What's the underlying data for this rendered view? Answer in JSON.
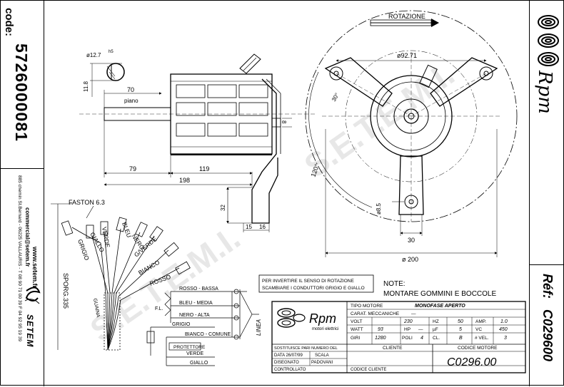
{
  "sheet": {
    "code_label": "code:",
    "code_value": "5726000081",
    "contact_web": "www.setem.fr",
    "contact_email": "commercial@setem.fr",
    "contact_address": "885 chemin St.Bernard - 06225 VALLAURIS - T 08 90 71 00 39  F 04 92 95 19 39",
    "setem_logo_text": "SETEM",
    "brand": "Rpm",
    "ref_label": "Réf:",
    "ref_value": "C029600"
  },
  "drawing": {
    "rotation_label": "ROTAZIONE",
    "dims": {
      "shaft_dia": "ø12.7",
      "tol": "h5",
      "flat": "11.8",
      "length_70": "70",
      "piano": "piano",
      "d79": "79",
      "d119": "119",
      "d198": "198",
      "d8": "8",
      "d32": "32",
      "d15": "15",
      "d16": "16",
      "pcd": "ø92.71",
      "angle30": "30°",
      "angle120": "120°",
      "hole": "ø8.5",
      "d30": "30",
      "d200": "ø 200"
    },
    "wires_title": "FASTON 6.3",
    "wires": [
      "GIALLO",
      "GRIGIO",
      "VERDE",
      "BLEU",
      "NERO",
      "G/VERDE",
      "BIANCO",
      "ROSSO"
    ],
    "sporg": "SPORG.335",
    "guaina": "GUAINA",
    "watermark": "S.E.T.E.M.I.",
    "note_title": "NOTE:",
    "note_text": "MONTARE GOMMINI E BOCCOLE",
    "invert_text_1": "PER INVERTIRE IL SENSO DI ROTAZIONE",
    "invert_text_2": "SCAMBIARE I CONDUTTORI GRIGIO E GIALLO",
    "linea": "LINEA",
    "fl": "F.L.",
    "schematic_labels": {
      "rosso": "ROSSO - BASSA",
      "bleu": "BLEU - MEDIA",
      "nero": "NERO - ALTA",
      "grigio": "GRIGIO",
      "bianco": "BIANCO - COMUNE",
      "protettore": "PROTETTORE",
      "verde": "VERDE",
      "giallo": "GIALLO"
    }
  },
  "title_block": {
    "brand": "Rpm",
    "brand_sub": "motori elettrici",
    "tipo_motore_label": "TIPO MOTORE",
    "tipo_motore_value": "MONOFASE APERTO",
    "carat_label": "CARAT. MECCANICHE",
    "carat_value": "—",
    "volt_label": "VOLT",
    "volt_value": "230",
    "hz_label": "HZ",
    "hz_value": "50",
    "amp_label": "AMP.",
    "amp_value": "1.0",
    "watt_label": "WATT",
    "watt_value": "93",
    "hp_label": "HP",
    "hp_value": "—",
    "uf_label": "µF",
    "uf_value": "5",
    "vc_label": "VC",
    "vc_value": "450",
    "giri_label": "GIRI",
    "giri_value": "1280",
    "poli_label": "POLI",
    "poli_value": "4",
    "cl_label": "CL.",
    "cl_value": "B",
    "vel_label": "# VEL.",
    "vel_value": "3",
    "sostituisce_label": "SOSTITUISCE PARI NUMERO DEL",
    "cliente_label": "CLIENTE",
    "codice_motore_label": "CODICE MOTORE",
    "data_label": "DATA 26/07/99",
    "scala_label": "SCALA",
    "disegnato_label": "DISEGNATO",
    "disegnato_value": "PADOVANI",
    "controllato_label": "CONTROLLATO",
    "codice_cliente_label": "CODICE CLIENTE",
    "codice_motore_value": "C0296.00"
  }
}
